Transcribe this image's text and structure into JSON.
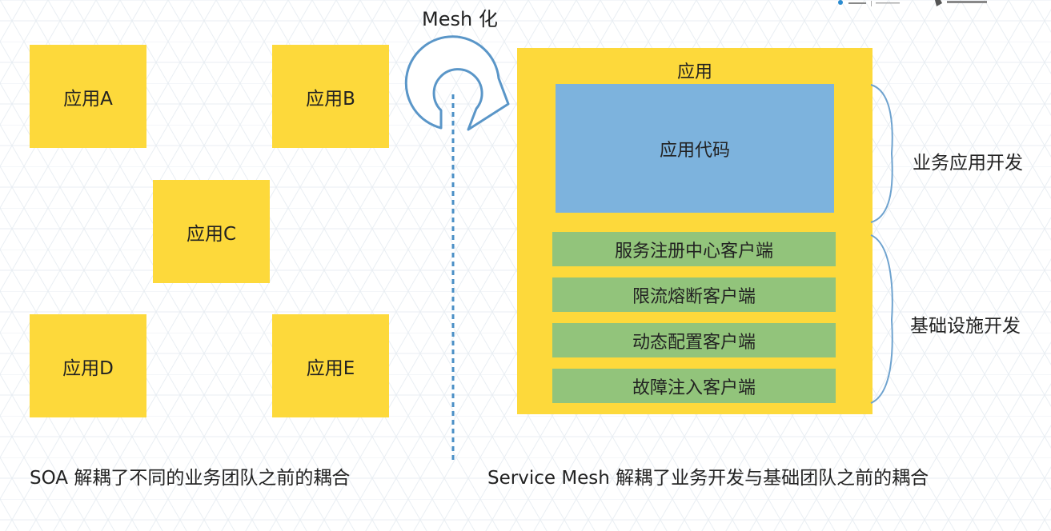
{
  "left": {
    "apps": [
      "应用A",
      "应用B",
      "应用C",
      "应用D",
      "应用E"
    ],
    "caption": "SOA 解耦了不同的业务团队之前的耦合"
  },
  "transition": {
    "label": "Mesh 化"
  },
  "right": {
    "app_title": "应用",
    "app_code": "应用代码",
    "infra_items": [
      "服务注册中心客户端",
      "限流熔断客户端",
      "动态配置客户端",
      "故障注入客户端"
    ],
    "brace_labels": [
      "业务应用开发",
      "基础设施开发"
    ],
    "caption": "Service Mesh 解耦了业务开发与基础团队之前的耦合"
  },
  "colors": {
    "app_yellow": "#fdd93b",
    "app_code_blue": "#7db3dd",
    "infra_green": "#92c47b",
    "arrow_blue": "#5a96c8",
    "brace_blue": "#6fa3cf"
  },
  "icons": [
    "circular-arrow-icon",
    "ant-financial-logo-icon",
    "sofastack-logo-icon"
  ]
}
